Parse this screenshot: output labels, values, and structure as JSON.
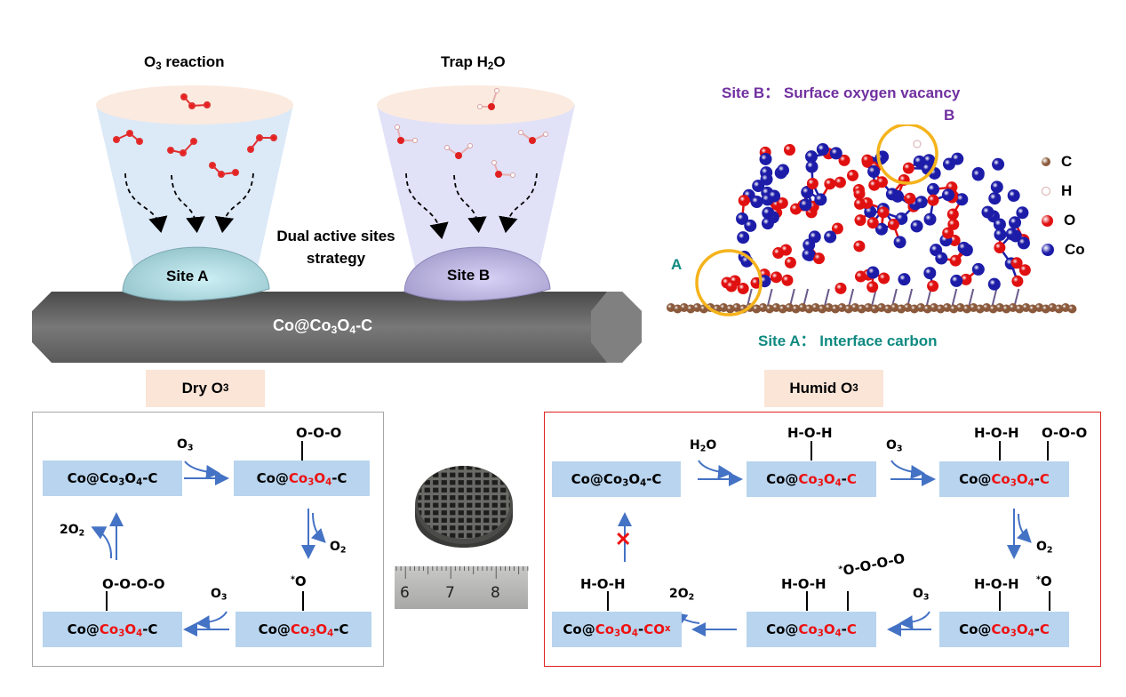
{
  "top_left": {
    "o3_reaction_title": "O",
    "o3_reaction_sub": "3",
    "o3_reaction_tail": " reaction",
    "trap_title": "Trap H",
    "trap_sub": "2",
    "trap_tail": "O",
    "site_a": "Site A",
    "site_b": "Site B",
    "strategy_line1": "Dual active sites",
    "strategy_line2": "strategy",
    "rod_label_pre": "Co@Co",
    "rod_label_sub1": "3",
    "rod_label_mid": "O",
    "rod_label_sub2": "4",
    "rod_label_tail": "-C",
    "colors": {
      "site_a": "#bfe6ec",
      "site_b": "#c9c3ec",
      "rod": "#6e6e6e",
      "cone_a": "#dce9f7",
      "cone_b": "#e1e2f8",
      "cone_top": "#fbeadf"
    }
  },
  "structure": {
    "site_b_title": "Site B： Surface oxygen vacancy",
    "site_a_title": "Site A： Interface carbon",
    "marker_a": "A",
    "marker_b": "B",
    "colors": {
      "site_b": "#7030a0",
      "site_a": "#0f8a80",
      "ring": "#f5b31b"
    },
    "legend": [
      {
        "label": "C",
        "color": "#8b5a3c"
      },
      {
        "label": "H",
        "color": "#f3dcdc"
      },
      {
        "label": "O",
        "color": "#e01010"
      },
      {
        "label": "Co",
        "color": "#1c1ca8"
      }
    ]
  },
  "dry": {
    "label": "Dry O",
    "label_sub": "3",
    "boxes": [
      {
        "pre": "Co@",
        "mid": "Co",
        "s1": "3",
        "o": "O",
        "s2": "4",
        "tail": "-C",
        "highlight": false
      },
      {
        "pre": "Co@",
        "mid": "Co",
        "s1": "3",
        "o": "O",
        "s2": "4",
        "tail": "-C",
        "highlight": true
      },
      {
        "pre": "Co@",
        "mid": "Co",
        "s1": "3",
        "o": "O",
        "s2": "4",
        "tail": "-C",
        "highlight": true
      },
      {
        "pre": "Co@",
        "mid": "Co",
        "s1": "3",
        "o": "O",
        "s2": "4",
        "tail": "-C",
        "highlight": true
      }
    ],
    "adsorbates": {
      "ozone": "O-O-O",
      "atomic_o": "O",
      "o4": "O-O-O-O"
    },
    "reactants": {
      "o3": "O",
      "o3_sub": "3",
      "o2": "O",
      "o2_sub": "2",
      "two_o2": "2O",
      "two_o2_sub": "2"
    }
  },
  "monolith": {
    "ruler_ticks": [
      "6",
      "7",
      "8"
    ]
  },
  "humid": {
    "label": "Humid O",
    "label_sub": "3",
    "boxes": [
      {
        "pre": "Co@",
        "mid": "Co",
        "s1": "3",
        "o": "O",
        "s2": "4",
        "tail": "-C"
      },
      {
        "pre": "Co@",
        "mid": "Co",
        "s1": "3",
        "o": "O",
        "s2": "4",
        "tail": "-C"
      },
      {
        "pre": "Co@",
        "mid": "Co",
        "s1": "3",
        "o": "O",
        "s2": "4",
        "tail": "-C"
      },
      {
        "pre": "Co@",
        "mid": "Co",
        "s1": "3",
        "o": "O",
        "s2": "4",
        "tail": "-C"
      },
      {
        "pre": "Co@",
        "mid": "Co",
        "s1": "3",
        "o": "O",
        "s2": "4",
        "tail": "-C"
      },
      {
        "pre": "Co@",
        "mid": "Co",
        "s1": "3",
        "o": "O",
        "s2": "4",
        "tail": "-CO",
        "tail_sub": "x"
      }
    ],
    "water": "H-O-H",
    "ozone": "O-O-O",
    "atomic_o": "O",
    "o4": "O-O-O-O",
    "reactants": {
      "h2o_pre": "H",
      "h2o_sub": "2",
      "h2o_tail": "O",
      "o3": "O",
      "o3_sub": "3",
      "o2": "O",
      "o2_sub": "2",
      "two_o2": "2O",
      "two_o2_sub": "2"
    },
    "blocked_mark": "✕"
  }
}
